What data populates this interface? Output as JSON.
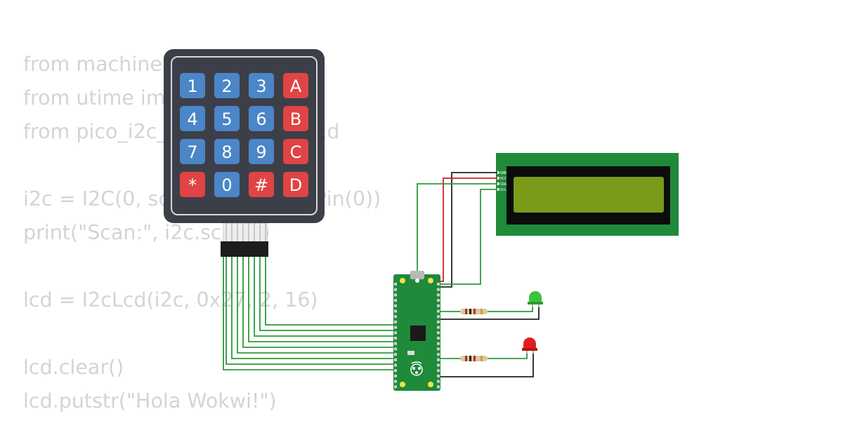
{
  "code_lines": [
    "from machine import Pin, I2C",
    "from utime import sleep",
    "from pico_i2c_lcd import I2cLcd",
    "",
    "i2c = I2C(0, scl=Pin(1), sda=Pin(0))",
    "print(\"Scan:\", i2c.scan())",
    "",
    "lcd = I2cLcd(i2c, 0x27, 2, 16)",
    "",
    "lcd.clear()",
    "lcd.putstr(\"Hola Wokwi!\")"
  ],
  "keypad": {
    "keys": [
      [
        "1",
        "2",
        "3",
        "A"
      ],
      [
        "4",
        "5",
        "6",
        "B"
      ],
      [
        "7",
        "8",
        "9",
        "C"
      ],
      [
        "*",
        "0",
        "#",
        "D"
      ]
    ]
  },
  "lcd_module": {
    "pin_labels": [
      "GND",
      "VCC",
      "SDA",
      "SCL"
    ]
  },
  "colors": {
    "key_blue": "#4a86c8",
    "key_red": "#e04444",
    "keypad_body": "#3d3f48",
    "lcd_board": "#1f8a3a",
    "lcd_screen": "#7a9a1a",
    "pico_board": "#1f8a3a",
    "wire_green": "#2e9a3a",
    "wire_red": "#d02020",
    "wire_black": "#222222",
    "led_green": "#3fc23f",
    "led_red": "#e02020",
    "code_text": "#d4d4d4"
  }
}
